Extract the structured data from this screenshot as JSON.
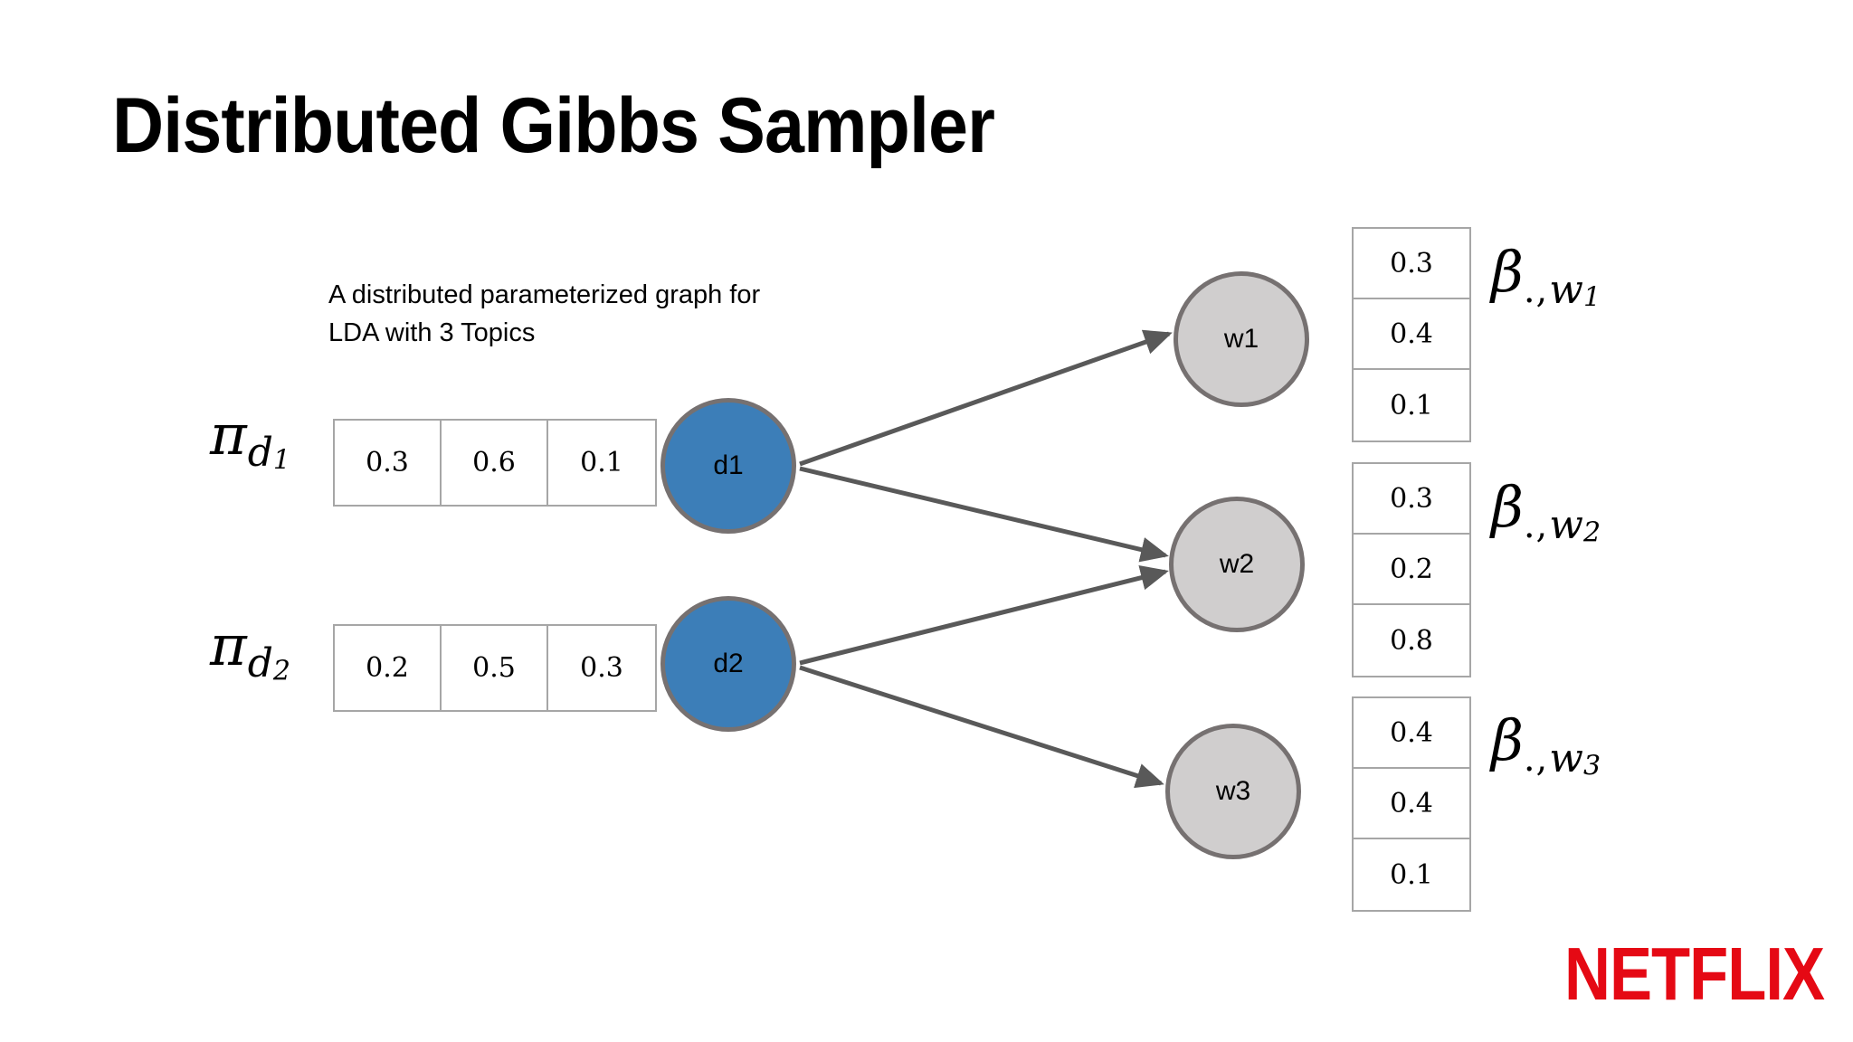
{
  "slide": {
    "title": "Distributed Gibbs Sampler",
    "background_color": "#ffffff",
    "caption_line1": "A distributed parameterized graph for",
    "caption_line2": "LDA with 3 Topics"
  },
  "colors": {
    "doc_node_fill": "#3C7EB8",
    "word_node_fill": "#D0CECE",
    "node_border": "#767171",
    "edge": "#595959",
    "table_border": "#A6A6A6",
    "brand_red": "#E50914",
    "text": "#000000"
  },
  "math_labels": {
    "pi_d1": {
      "base": "π",
      "sub": "d",
      "subsub": "1"
    },
    "pi_d2": {
      "base": "π",
      "sub": "d",
      "subsub": "2"
    },
    "beta_w1": {
      "base": "β",
      "dotcomma": ".,",
      "sub": "w",
      "subsub": "1"
    },
    "beta_w2": {
      "base": "β",
      "dotcomma": ".,",
      "sub": "w",
      "subsub": "2"
    },
    "beta_w3": {
      "base": "β",
      "dotcomma": ".,",
      "sub": "w",
      "subsub": "3"
    }
  },
  "doc_nodes": [
    {
      "id": "d1",
      "label": "d1"
    },
    {
      "id": "d2",
      "label": "d2"
    }
  ],
  "word_nodes": [
    {
      "id": "w1",
      "label": "w1"
    },
    {
      "id": "w2",
      "label": "w2"
    },
    {
      "id": "w3",
      "label": "w3"
    }
  ],
  "pi_tables": [
    {
      "name": "pi_d1",
      "orientation": "row",
      "values": [
        "0.3",
        "0.6",
        "0.1"
      ]
    },
    {
      "name": "pi_d2",
      "orientation": "row",
      "values": [
        "0.2",
        "0.5",
        "0.3"
      ]
    }
  ],
  "beta_tables": [
    {
      "name": "beta_w1",
      "orientation": "column",
      "values": [
        "0.3",
        "0.4",
        "0.1"
      ]
    },
    {
      "name": "beta_w2",
      "orientation": "column",
      "values": [
        "0.3",
        "0.2",
        "0.8"
      ]
    },
    {
      "name": "beta_w3",
      "orientation": "column",
      "values": [
        "0.4",
        "0.4",
        "0.1"
      ]
    }
  ],
  "edges": [
    {
      "from": "d1",
      "to": "w1"
    },
    {
      "from": "d1",
      "to": "w2"
    },
    {
      "from": "d2",
      "to": "w2"
    },
    {
      "from": "d2",
      "to": "w3"
    }
  ],
  "footer": {
    "brand": "NETFLIX"
  }
}
